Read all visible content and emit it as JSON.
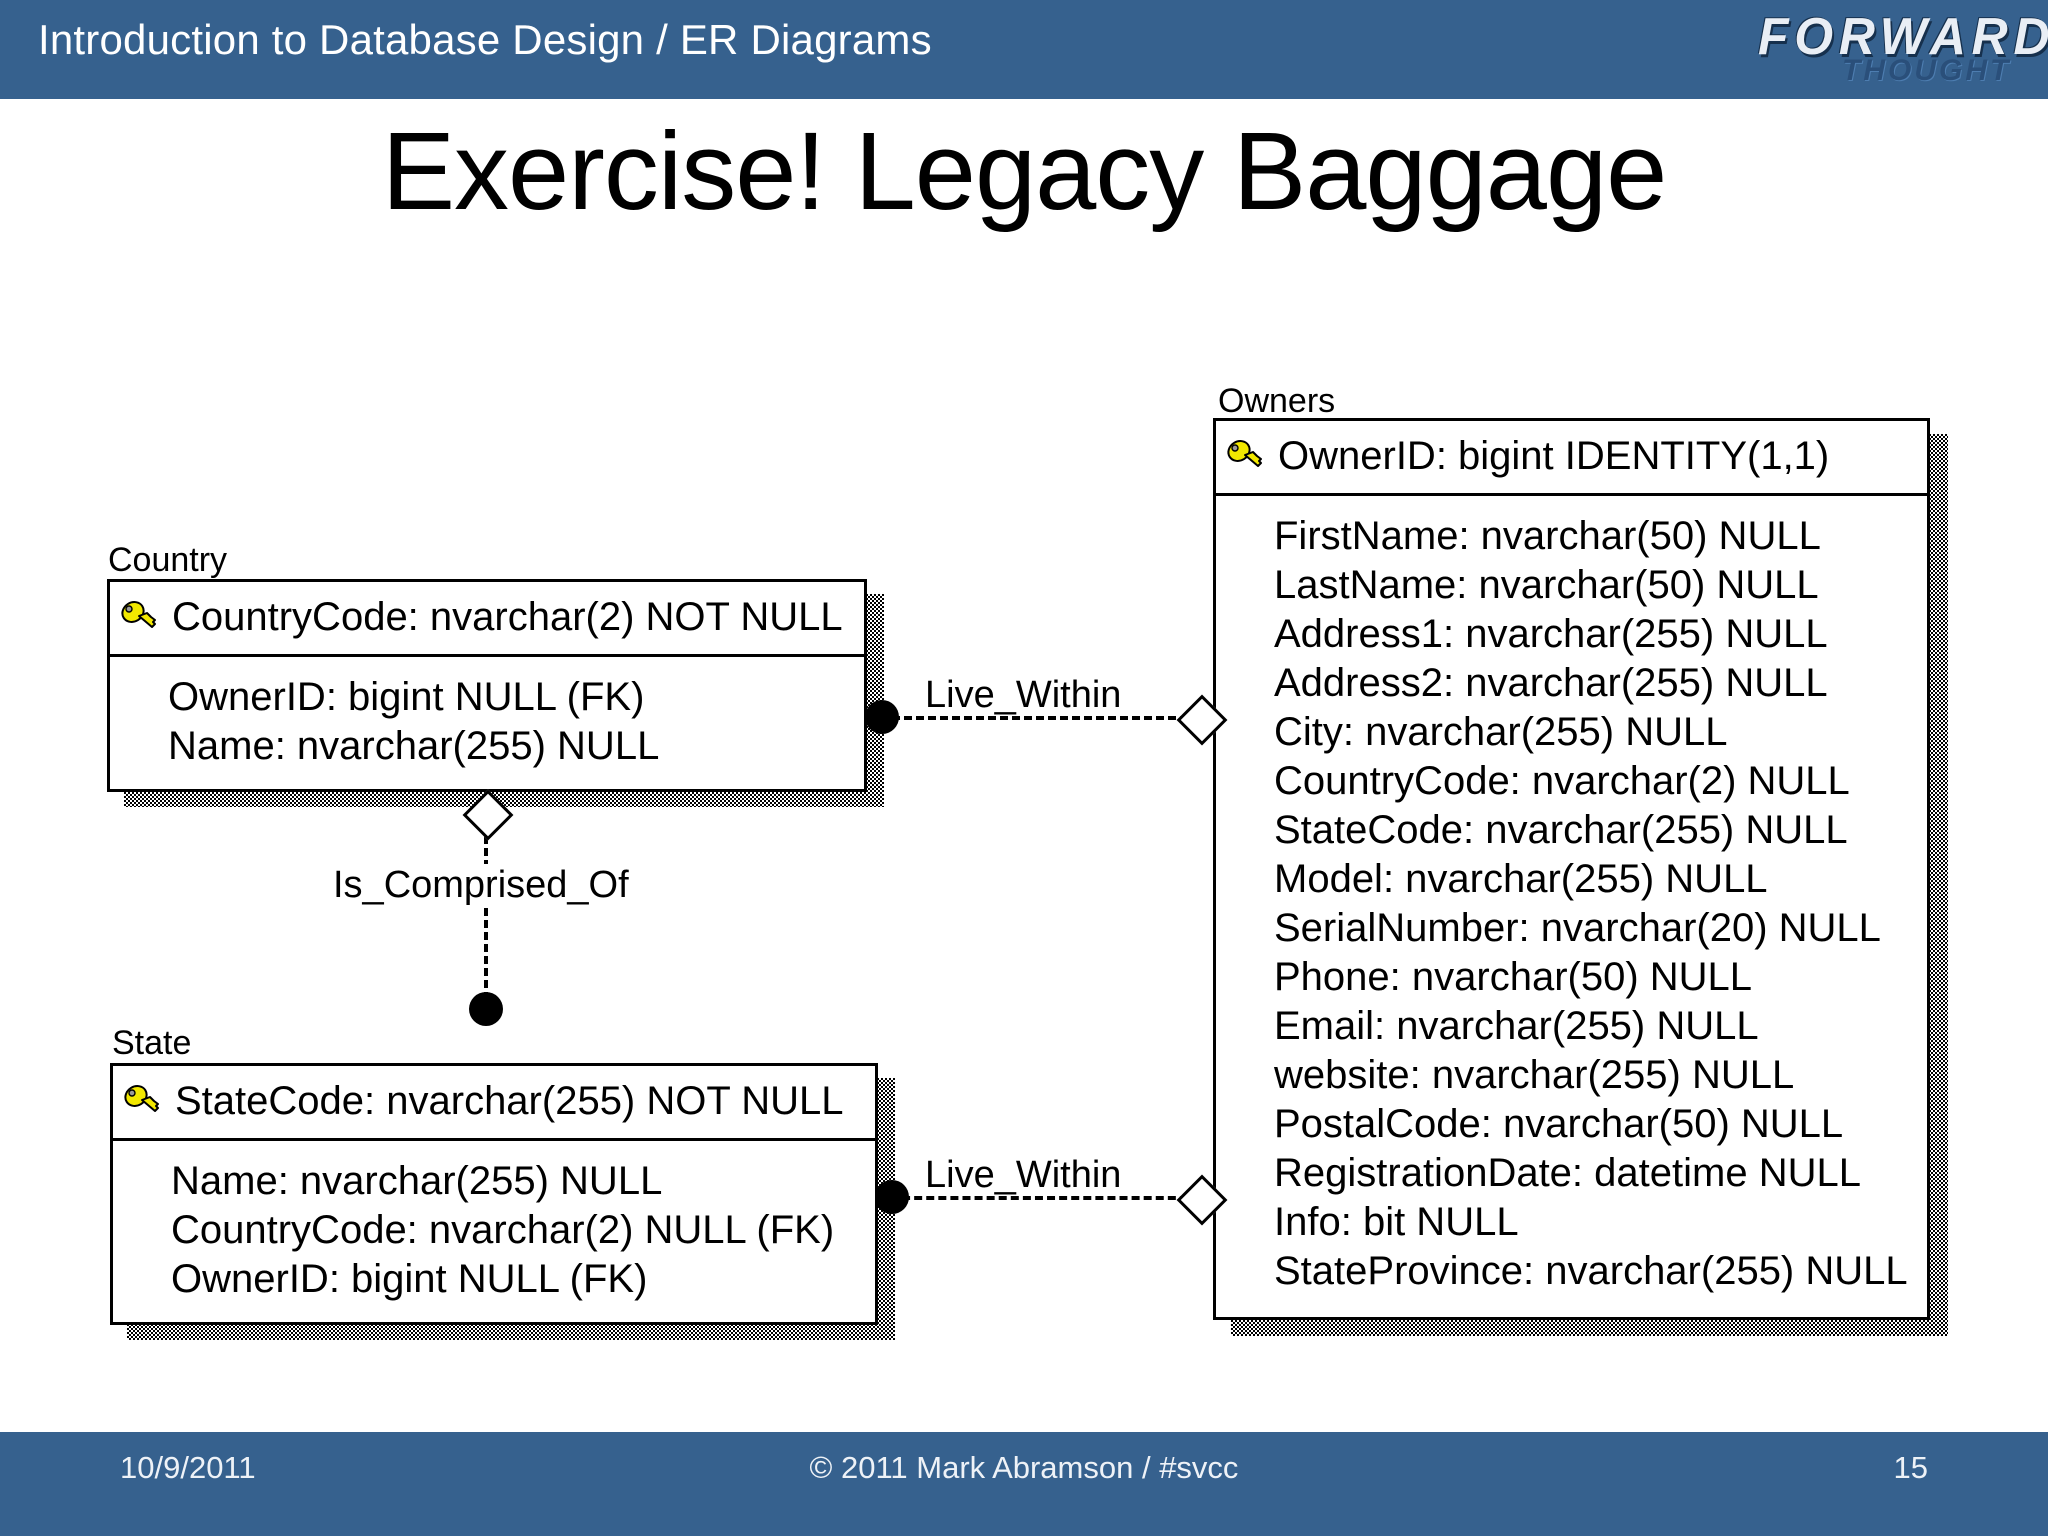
{
  "header": {
    "title": "Introduction to Database Design / ER Diagrams",
    "logo_primary": "FORWARD",
    "logo_secondary": "THOUGHT",
    "bar_color": "#36618E"
  },
  "slide": {
    "title": "Exercise! Legacy Baggage"
  },
  "diagram": {
    "entities": [
      {
        "name": "Country",
        "primary_key": "CountryCode: nvarchar(2) NOT NULL",
        "key_icon": "key-icon",
        "attributes": [
          "OwnerID: bigint NULL (FK)",
          "Name: nvarchar(255) NULL"
        ]
      },
      {
        "name": "State",
        "primary_key": "StateCode: nvarchar(255) NOT NULL",
        "key_icon": "key-icon",
        "attributes": [
          "Name: nvarchar(255) NULL",
          "CountryCode: nvarchar(2) NULL (FK)",
          "OwnerID: bigint NULL (FK)"
        ]
      },
      {
        "name": "Owners",
        "primary_key": "OwnerID: bigint IDENTITY(1,1)",
        "key_icon": "key-icon",
        "attributes": [
          "FirstName: nvarchar(50) NULL",
          "LastName: nvarchar(50) NULL",
          "Address1: nvarchar(255) NULL",
          "Address2: nvarchar(255) NULL",
          "City: nvarchar(255) NULL",
          "CountryCode: nvarchar(2) NULL",
          "StateCode: nvarchar(255) NULL",
          "Model: nvarchar(255) NULL",
          "SerialNumber: nvarchar(20) NULL",
          "Phone: nvarchar(50) NULL",
          "Email: nvarchar(255) NULL",
          "website: nvarchar(255) NULL",
          "PostalCode: nvarchar(50) NULL",
          "RegistrationDate: datetime NULL",
          "Info: bit NULL",
          "StateProvince: nvarchar(255) NULL"
        ]
      }
    ],
    "relationships": [
      {
        "label": "Live_Within",
        "from": "Country",
        "to": "Owners",
        "from_marker": "filled-circle",
        "to_marker": "open-diamond",
        "line_style": "dashed"
      },
      {
        "label": "Is_Comprised_Of",
        "from": "Country",
        "to": "State",
        "from_marker": "open-diamond",
        "to_marker": "filled-circle",
        "line_style": "dashed"
      },
      {
        "label": "Live_Within",
        "from": "State",
        "to": "Owners",
        "from_marker": "filled-circle",
        "to_marker": "open-diamond",
        "line_style": "dashed"
      }
    ]
  },
  "footer": {
    "date": "10/9/2011",
    "copyright": "© 2011 Mark Abramson / #svcc",
    "page_number": "15"
  }
}
